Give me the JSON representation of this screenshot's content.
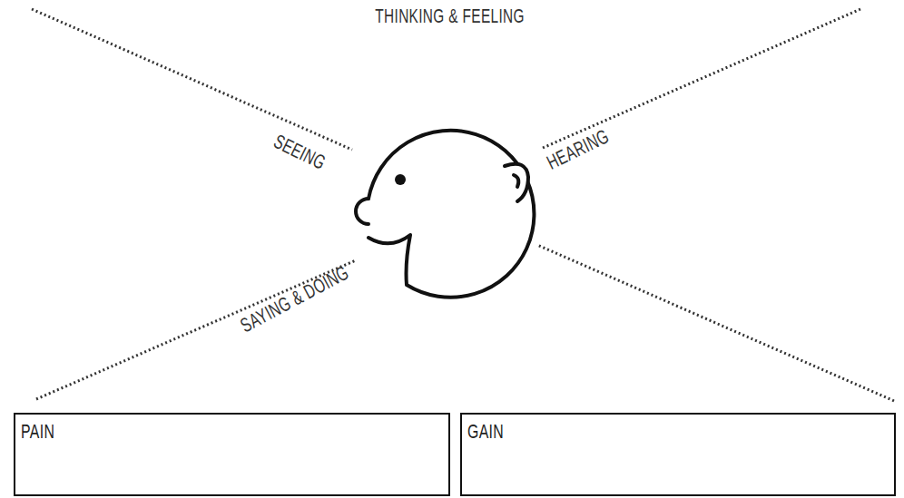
{
  "diagram": {
    "nodes": [
      {
        "text": [
          "PAIN"
        ]
      },
      {
        "text": [
          "GAIN"
        ]
      }
    ],
    "labels": [
      "THINKING & FEELING",
      "SEEING",
      "HEARING",
      "SAYING & DOING"
    ]
  }
}
